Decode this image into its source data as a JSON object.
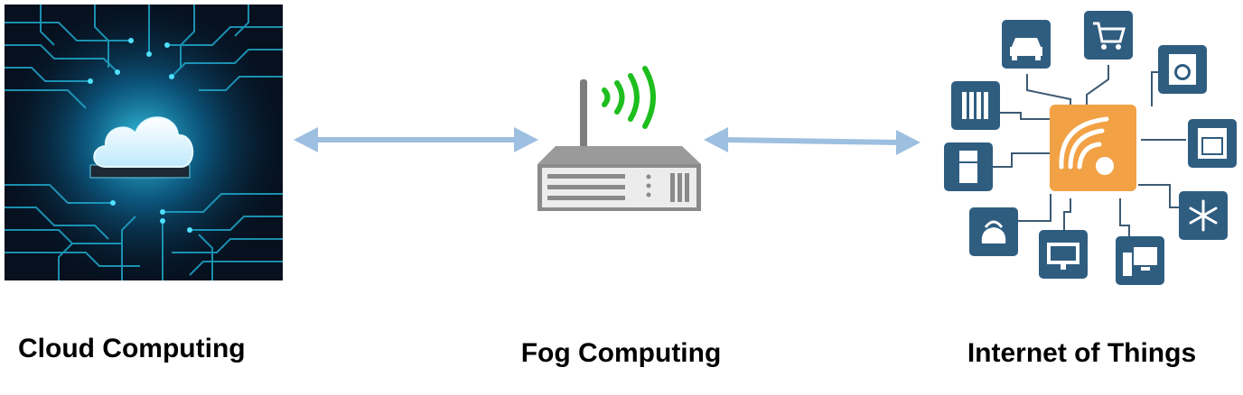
{
  "captions": {
    "cloud": "Cloud Computing",
    "fog": "Fog Computing",
    "iot": "Internet of Things"
  },
  "colors": {
    "arrow": "#9dbfe0",
    "circuit_bg": "#06101e",
    "circuit_trace": "#1fa6c9",
    "router_body": "#7d7d7d",
    "wifi_signal": "#1fbe1f",
    "iot_hub": "#f2a145",
    "iot_tile": "#2f5d80"
  },
  "iot_devices": [
    "car-icon",
    "shopping-cart-icon",
    "washing-machine-icon",
    "radiator-icon",
    "oven-icon",
    "refrigerator-icon",
    "kettle-icon",
    "television-icon",
    "desktop-computer-icon",
    "snowflake-icon"
  ]
}
